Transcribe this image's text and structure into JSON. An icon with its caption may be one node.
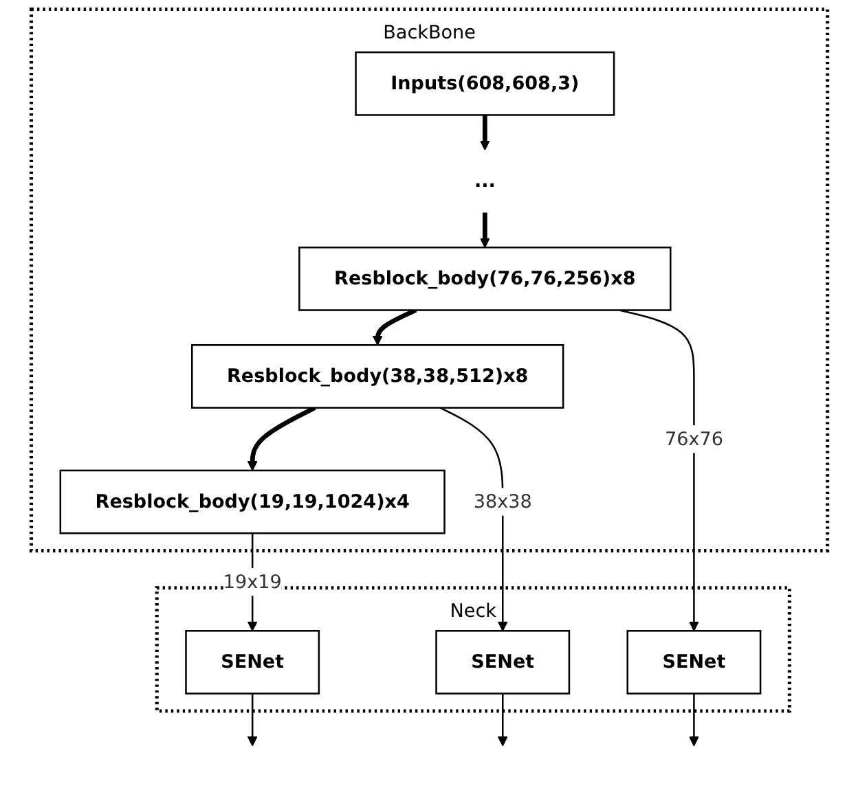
{
  "diagram": {
    "nodes": [
      {
        "text": [
          "BackBone"
        ]
      },
      {
        "text": [
          "Neck"
        ]
      },
      {
        "text": [
          "Inputs(608,608,3)"
        ],
        "in": 0
      },
      {
        "text": [
          "..."
        ],
        "in": 0
      },
      {
        "text": [
          "Resblock_body(76,76,256)x8"
        ],
        "in": 0
      },
      {
        "text": [
          "Resblock_body(38,38,512)x8"
        ],
        "in": 0
      },
      {
        "text": [
          "Resblock_body(19,19,1024)x4"
        ],
        "in": 0
      },
      {
        "text": [
          "SENet"
        ],
        "in": 1
      },
      {
        "text": [
          "SENet"
        ],
        "in": 1
      },
      {
        "text": [
          "SENet"
        ],
        "in": 1
      }
    ],
    "edges": [
      {
        "from": 2,
        "to": 3,
        "arrow": "to",
        "style": "thick"
      },
      {
        "from": 3,
        "to": 4,
        "arrow": "to",
        "style": "thick"
      },
      {
        "from": 4,
        "to": 5,
        "arrow": "to",
        "style": "thick"
      },
      {
        "from": 5,
        "to": 6,
        "arrow": "to",
        "style": "thick"
      },
      {
        "from": 4,
        "to": 7,
        "arrow": "to",
        "label": "76x76"
      },
      {
        "from": 5,
        "to": 8,
        "arrow": "to",
        "label": "38x38"
      },
      {
        "from": 6,
        "to": 9,
        "arrow": "to",
        "label": "19x19"
      },
      {
        "from": 7,
        "to": null,
        "arrow": "to"
      },
      {
        "from": 8,
        "to": null,
        "arrow": "to"
      },
      {
        "from": 9,
        "to": null,
        "arrow": "to"
      }
    ]
  }
}
